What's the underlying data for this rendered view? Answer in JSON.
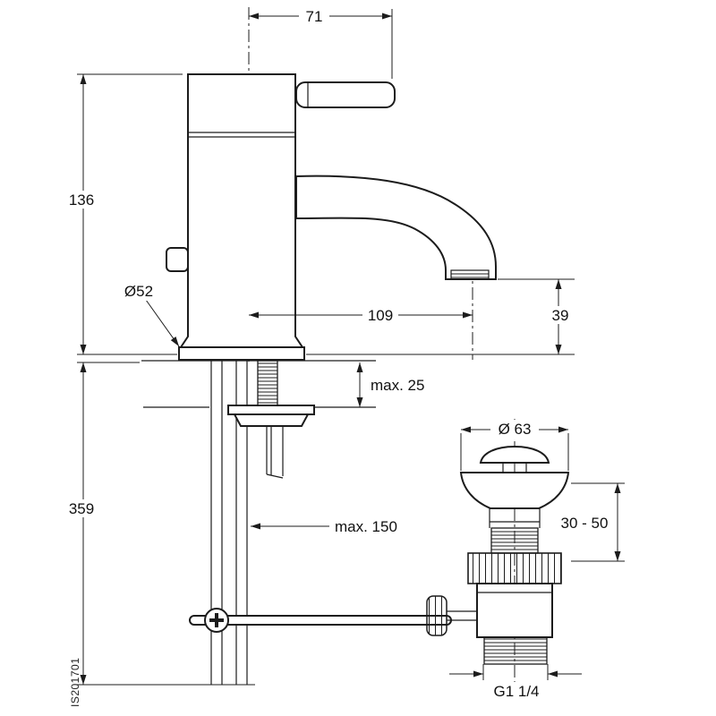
{
  "drawing_code": "IS201701",
  "colors": {
    "line": "#1c1c1c",
    "background": "#ffffff"
  },
  "dimensions": {
    "handle_projection": "71",
    "body_height": "136",
    "base_diameter": "Ø52",
    "spout_reach": "109",
    "outlet_height": "39",
    "deck_thickness_max": "max. 25",
    "below_deck_height": "359",
    "rod_length_max": "max. 150",
    "waste_cap_diameter": "Ø 63",
    "mounting_range": "30 - 50",
    "waste_thread": "G1 1/4"
  }
}
